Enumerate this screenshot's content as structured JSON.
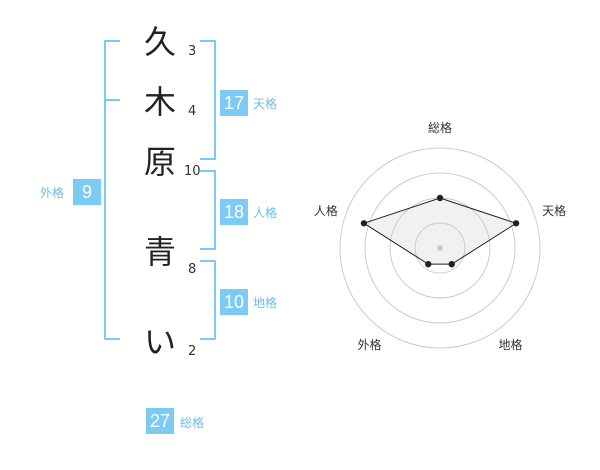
{
  "name": {
    "chars": [
      {
        "char": "久",
        "strokes": "3"
      },
      {
        "char": "木",
        "strokes": "4"
      },
      {
        "char": "原",
        "strokes": "10"
      },
      {
        "char": "青",
        "strokes": "8"
      },
      {
        "char": "い",
        "strokes": "2"
      }
    ]
  },
  "kaku": {
    "tenkaku": {
      "value": "17",
      "label": "天格"
    },
    "jinkaku": {
      "value": "18",
      "label": "人格"
    },
    "chikaku": {
      "value": "10",
      "label": "地格"
    },
    "gaikaku": {
      "value": "9",
      "label": "外格"
    },
    "soukaku": {
      "value": "27",
      "label": "総格"
    }
  },
  "colors": {
    "accent": "#7ccbf5",
    "bracket": "#7ccbf5",
    "label_text": "#6cbde8"
  },
  "chart_data": {
    "type": "radar",
    "axes": [
      "総格",
      "天格",
      "地格",
      "外格",
      "人格"
    ],
    "values": [
      0.5,
      0.8,
      0.2,
      0.2,
      0.8
    ],
    "range": [
      0,
      1
    ],
    "rings": 4,
    "grid": true
  }
}
